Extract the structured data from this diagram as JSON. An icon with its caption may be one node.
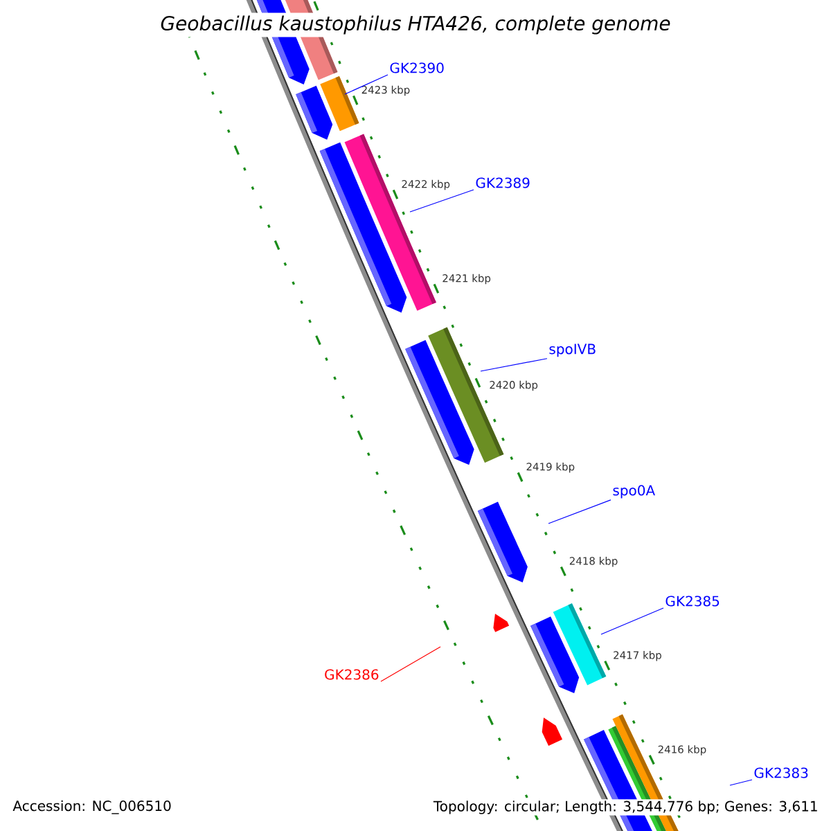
{
  "diagram": {
    "title": "Geobacillus kaustophilus HTA426, complete genome",
    "nodes": [
      {
        "text": [
          "GK2390"
        ]
      },
      {
        "text": [
          "GK2389"
        ]
      },
      {
        "text": [
          "spoIVB"
        ]
      },
      {
        "text": [
          "spo0A"
        ]
      },
      {
        "text": [
          "GK2385"
        ]
      },
      {
        "text": [
          "GK2386"
        ]
      },
      {
        "text": [
          "GK2383"
        ]
      }
    ],
    "edges": [
      {
        "from": 0,
        "to": null,
        "arrow": "none"
      },
      {
        "from": 1,
        "to": null,
        "arrow": "none"
      },
      {
        "from": 2,
        "to": null,
        "arrow": "none"
      },
      {
        "from": 3,
        "to": null,
        "arrow": "none"
      },
      {
        "from": 4,
        "to": null,
        "arrow": "none"
      },
      {
        "from": 5,
        "to": null,
        "arrow": "none",
        "color": "#ff0000"
      },
      {
        "from": 6,
        "to": null,
        "arrow": "none"
      }
    ],
    "labels": [
      "2423 kbp",
      "2422 kbp",
      "2421 kbp",
      "2420 kbp",
      "2419 kbp",
      "2418 kbp",
      "2417 kbp",
      "2416 kbp",
      "Accession: NC_006510",
      "Topology: circular; Length: 3,544,776 bp; Genes: 3,611"
    ]
  }
}
